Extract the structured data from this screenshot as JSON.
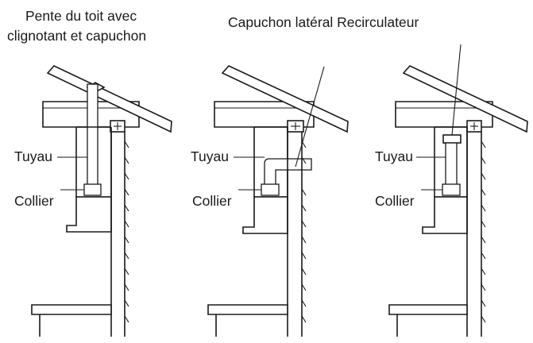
{
  "titles": {
    "roof_line1": "Pente du toit avec",
    "roof_line2": "clignotant et capuchon",
    "wall_and_recirc": "Capuchon latéral Recirculateur"
  },
  "panels": [
    {
      "pipe_label": "Tuyau",
      "clamp_label": "Collier"
    },
    {
      "pipe_label": "Tuyau",
      "clamp_label": "Collier"
    },
    {
      "pipe_label": "Tuyau",
      "clamp_label": "Collier"
    }
  ],
  "colors": {
    "line": "#1a1a1a",
    "background": "#ffffff"
  }
}
